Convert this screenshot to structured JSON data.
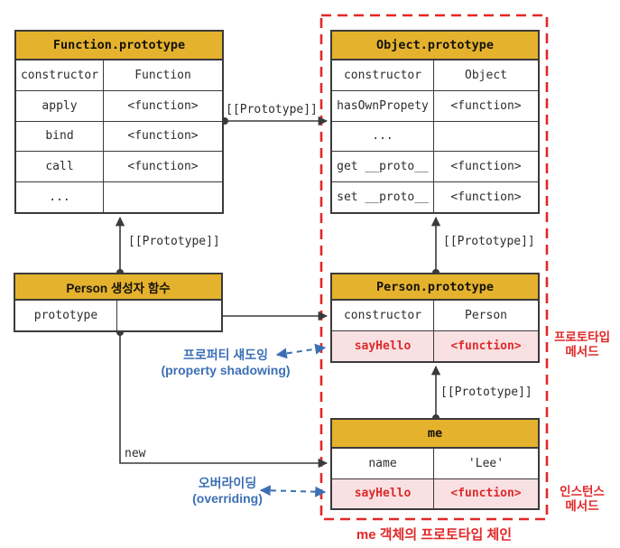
{
  "colors": {
    "header_gold": "#E5B22E",
    "border_dark": "#3a3a3a",
    "accent_red": "#E22727",
    "highlight_pink": "#F9E0E2",
    "note_blue": "#3C6FB5"
  },
  "tables": {
    "function_prototype": {
      "title": "Function.prototype",
      "rows": [
        {
          "key": "constructor",
          "value": "Function"
        },
        {
          "key": "apply",
          "value": "<function>"
        },
        {
          "key": "bind",
          "value": "<function>"
        },
        {
          "key": "call",
          "value": "<function>"
        },
        {
          "key": "...",
          "value": ""
        }
      ]
    },
    "object_prototype": {
      "title": "Object.prototype",
      "rows": [
        {
          "key": "constructor",
          "value": "Object"
        },
        {
          "key": "hasOwnPropety",
          "value": "<function>"
        },
        {
          "key": "...",
          "value": ""
        },
        {
          "key": "get __proto__",
          "value": "<function>"
        },
        {
          "key": "set __proto__",
          "value": "<function>"
        }
      ]
    },
    "person_constructor": {
      "title": "Person 생성자 함수",
      "rows": [
        {
          "key": "prototype",
          "value": ""
        }
      ]
    },
    "person_prototype": {
      "title": "Person.prototype",
      "rows": [
        {
          "key": "constructor",
          "value": "Person"
        },
        {
          "key": "sayHello",
          "value": "<function>"
        }
      ]
    },
    "me": {
      "title": "me",
      "rows": [
        {
          "key": "name",
          "value": "'Lee'"
        },
        {
          "key": "sayHello",
          "value": "<function>"
        }
      ]
    }
  },
  "labels": {
    "prototype_link_top": "[[Prototype]]",
    "prototype_link_left": "[[Prototype]]",
    "prototype_link_right_upper": "[[Prototype]]",
    "prototype_link_right_lower": "[[Prototype]]",
    "new_keyword": "new",
    "property_shadowing_ko": "프로퍼티 섀도잉",
    "property_shadowing_en": "(property shadowing)",
    "overriding_ko": "오버라이딩",
    "overriding_en": "(overriding)",
    "prototype_method_line1": "프로토타입",
    "prototype_method_line2": "메서드",
    "instance_method_line1": "인스턴스",
    "instance_method_line2": "메서드",
    "chain_caption": "me 객체의 프로토타입 체인"
  }
}
